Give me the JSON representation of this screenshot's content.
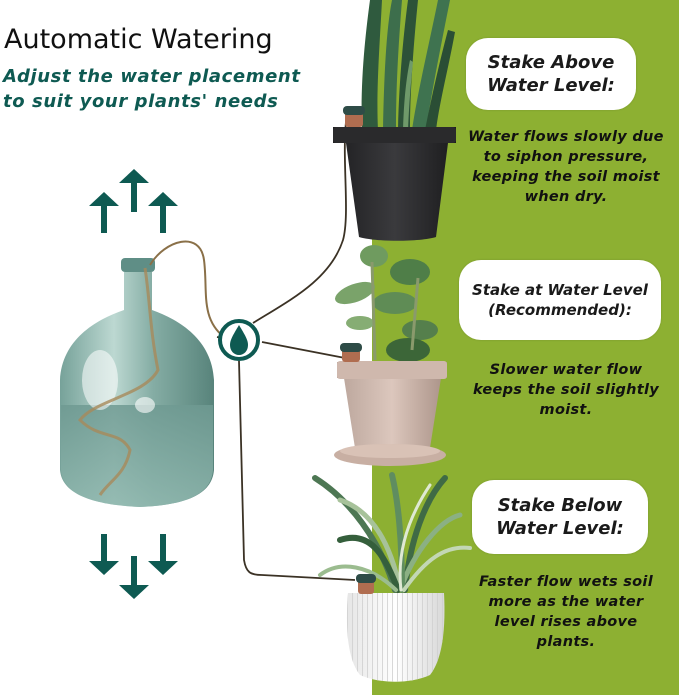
{
  "header": {
    "title": "Automatic Watering",
    "subtitle_lines": [
      "Adjust the water placement",
      "to suit your plants' needs"
    ]
  },
  "colors": {
    "accent_green_panel": "#8db032",
    "brand_teal": "#0e5a52",
    "title_text": "#111111"
  },
  "icons": {
    "up_arrows": "arrows-up-icon",
    "down_arrows": "arrows-down-icon",
    "water_drop": "water-drop-icon"
  },
  "levels": [
    {
      "label_lines": [
        "Stake Above",
        "Water Level:"
      ],
      "description_lines": [
        "Water flows slowly due",
        "to siphon pressure,",
        "keeping the soil moist",
        "when dry."
      ],
      "plant": "snake plant in black pot"
    },
    {
      "label_lines": [
        "Stake at Water Level",
        "(Recommended):"
      ],
      "description_lines": [
        "Slower water flow",
        "keeps the soil slightly",
        "moist."
      ],
      "plant": "peperomia in terracotta pot"
    },
    {
      "label_lines": [
        "Stake Below",
        "Water Level:"
      ],
      "description_lines": [
        "Faster flow wets soil",
        "more as the water",
        "level rises above",
        "plants."
      ],
      "plant": "dracaena in white ribbed pot"
    }
  ]
}
